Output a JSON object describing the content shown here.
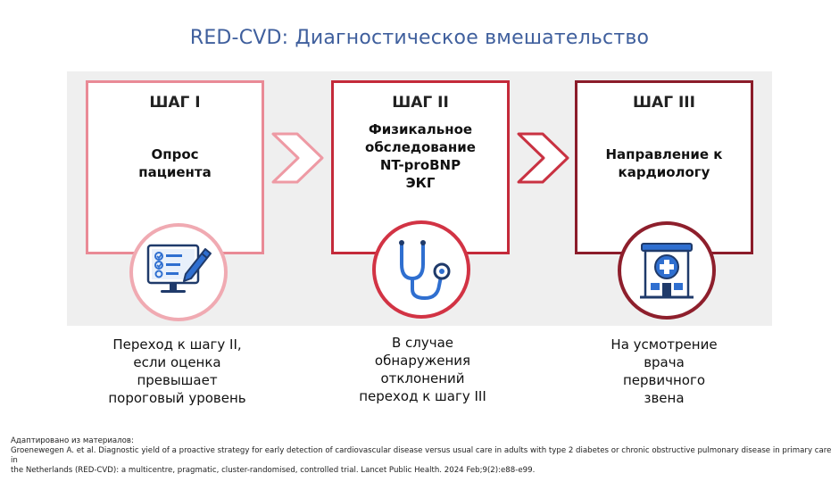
{
  "title": "RED-CVD: Диагностическое вмешательство",
  "steps": [
    {
      "header": "ШАГ I",
      "lines": [
        "Опрос",
        "пациента"
      ],
      "icon": "questionnaire-computer-icon",
      "caption": [
        "Переход к шагу II,",
        "если оценка",
        "превышает",
        "пороговый уровень"
      ]
    },
    {
      "header": "ШАГ II",
      "lines": [
        "Физикальное",
        "обследование",
        "NT-proBNP",
        "ЭКГ"
      ],
      "icon": "stethoscope-icon",
      "caption": [
        "В случае",
        "обнаружения",
        "отклонений",
        "переход к шагу III"
      ]
    },
    {
      "header": "ШАГ III",
      "lines": [
        "Направление к",
        "кардиологу"
      ],
      "icon": "hospital-building-icon",
      "caption": [
        "На усмотрение",
        "врача",
        "первичного",
        "звена"
      ]
    }
  ],
  "source": {
    "label": "Адаптировано из материалов:",
    "line1": "Groenewegen A. et al. Diagnostic yield of a proactive strategy for early detection of cardiovascular disease versus usual care in adults with type 2 diabetes or chronic obstructive pulmonary disease in primary care in",
    "line2": "the Netherlands (RED-CVD): a multicentre, pragmatic, cluster-randomised, controlled trial. Lancet Public Health. 2024 Feb;9(2):e88-e99."
  },
  "colors": {
    "title": "#3f5f9d",
    "step1": "#e98a96",
    "step2": "#c42a3a",
    "step3": "#8b1c2a",
    "icon_blue": "#2f6fd0"
  }
}
